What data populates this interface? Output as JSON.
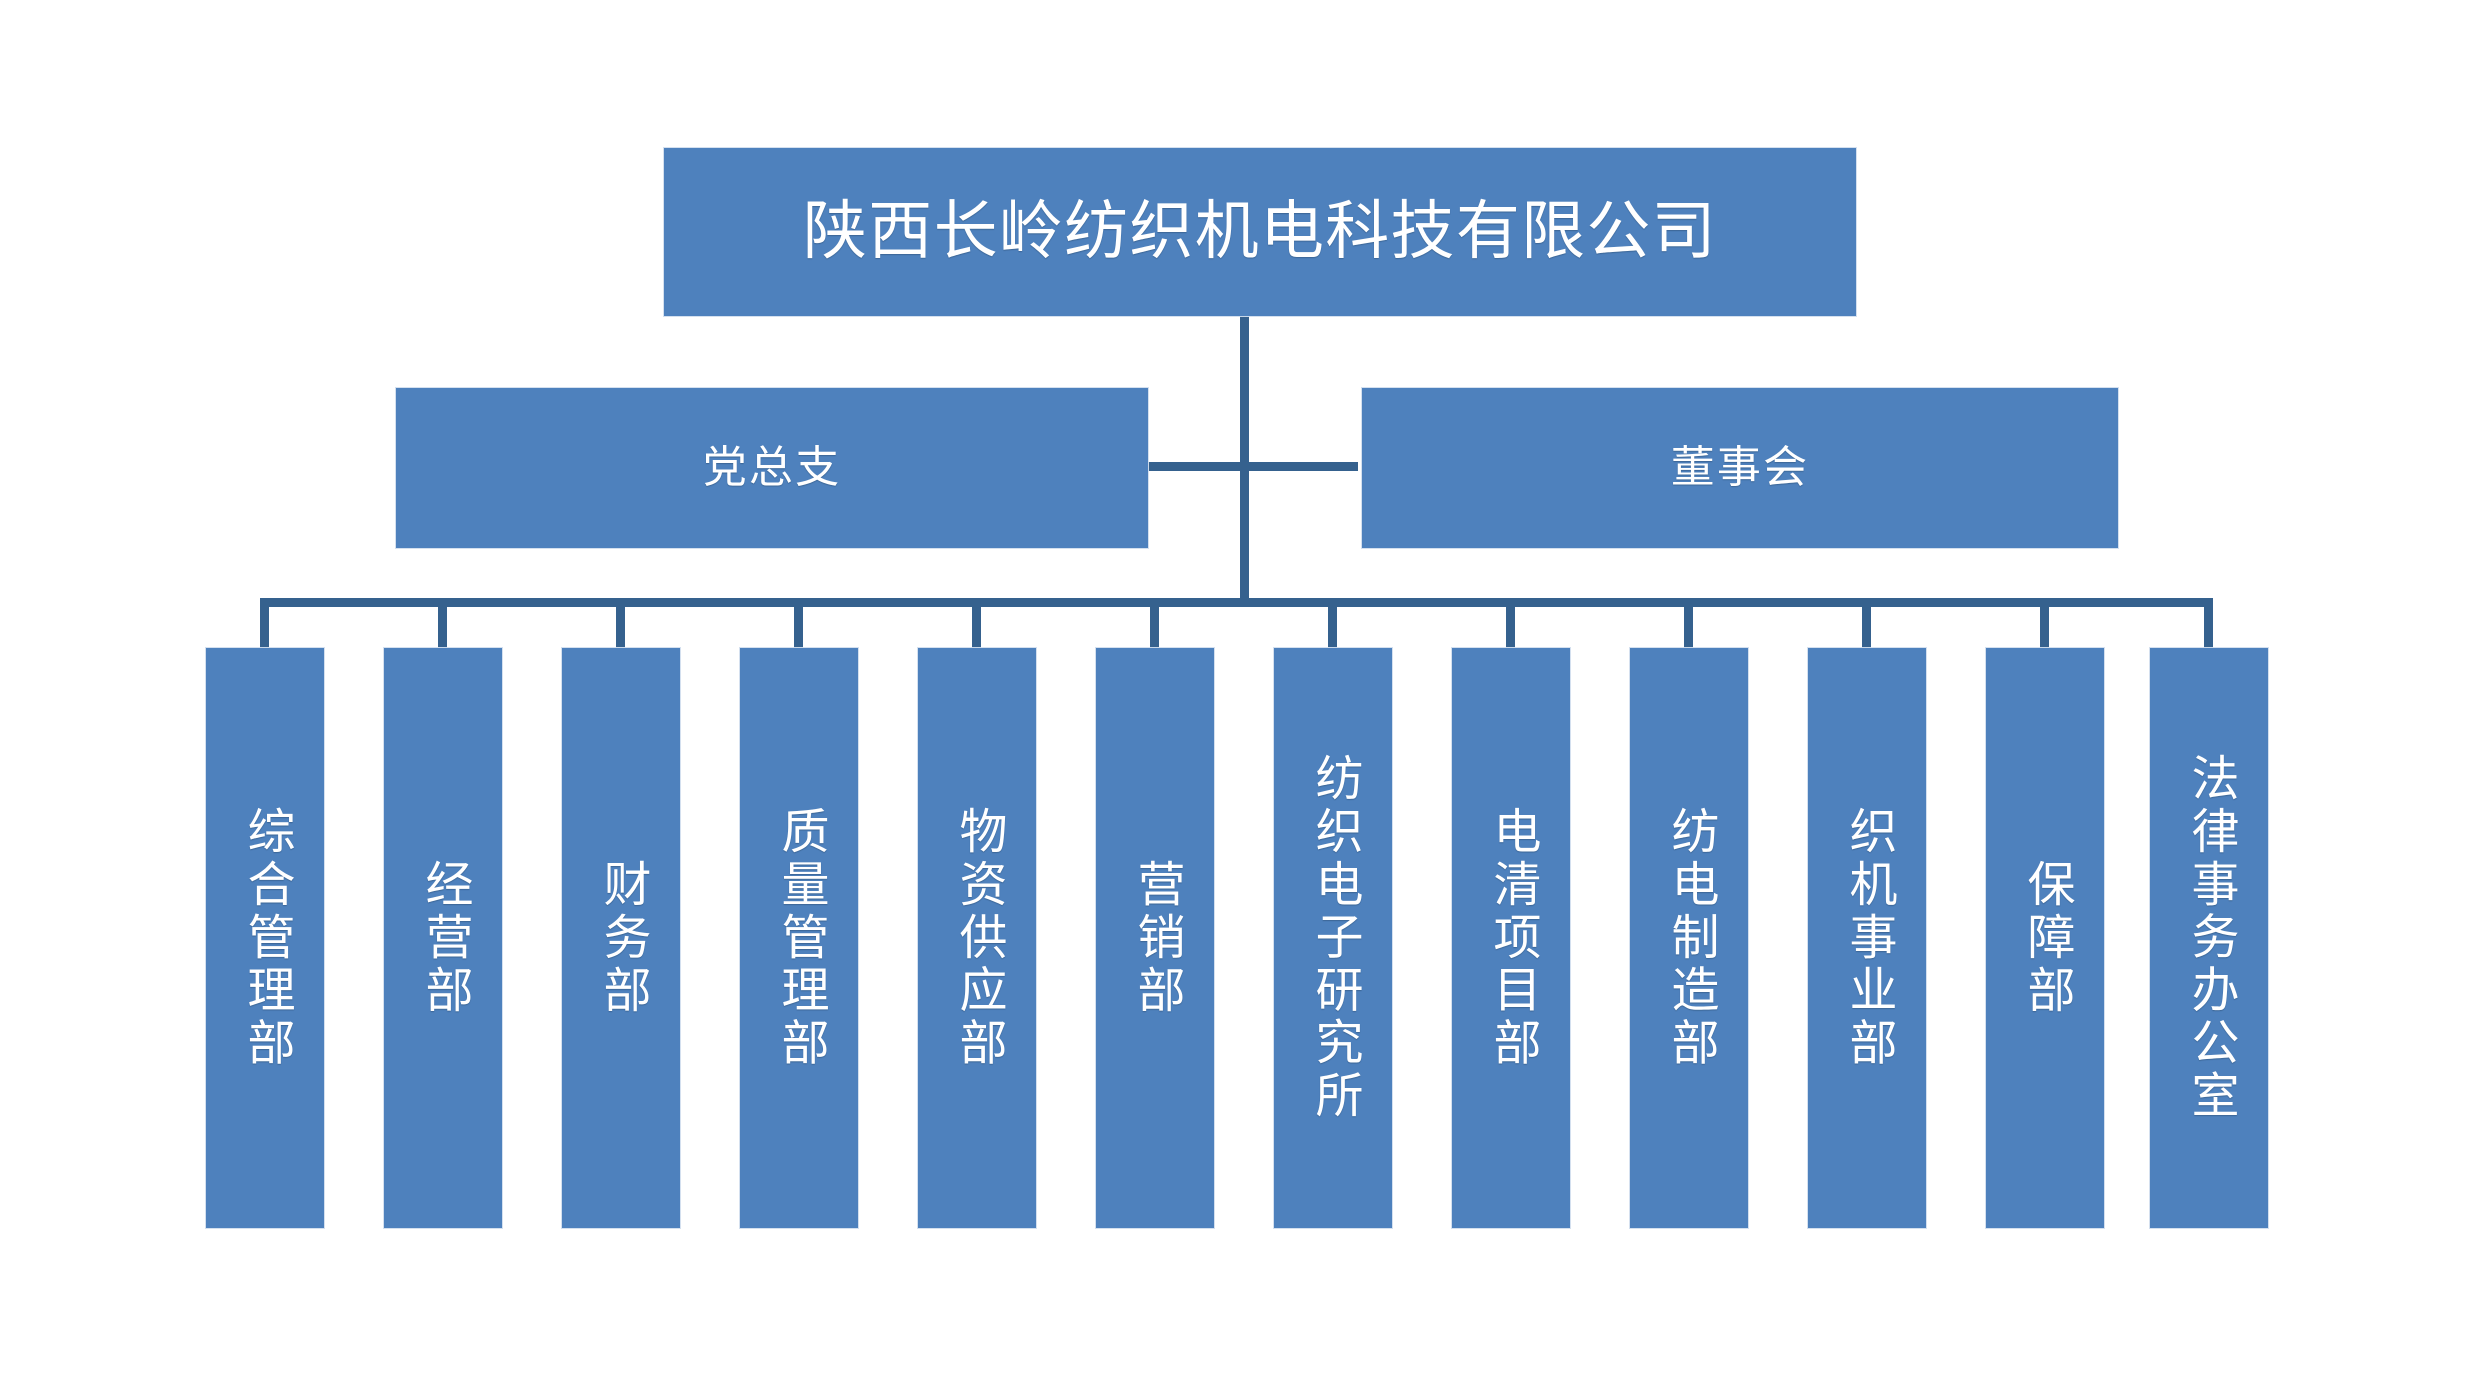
{
  "chart": {
    "type": "org-chart",
    "title": "陕西长岭纺织机电科技有限公司",
    "colors": {
      "box_fill": "#4E81BD",
      "connector": "#35618E",
      "box_text": "#FFFFFF",
      "background": "#FFFFFF"
    },
    "root": {
      "label": "陕西长岭纺织机电科技有限公司"
    },
    "level2": [
      {
        "label": "党总支"
      },
      {
        "label": "董事会"
      }
    ],
    "departments": [
      {
        "label": "综合管理部"
      },
      {
        "label": "经营部"
      },
      {
        "label": "财务部"
      },
      {
        "label": "质量管理部"
      },
      {
        "label": "物资供应部"
      },
      {
        "label": "营销部"
      },
      {
        "label": "纺织电子研究所"
      },
      {
        "label": "电清项目部"
      },
      {
        "label": "纺电制造部"
      },
      {
        "label": "织机事业部"
      },
      {
        "label": "保障部"
      },
      {
        "label": "法律事务办公室"
      }
    ]
  }
}
